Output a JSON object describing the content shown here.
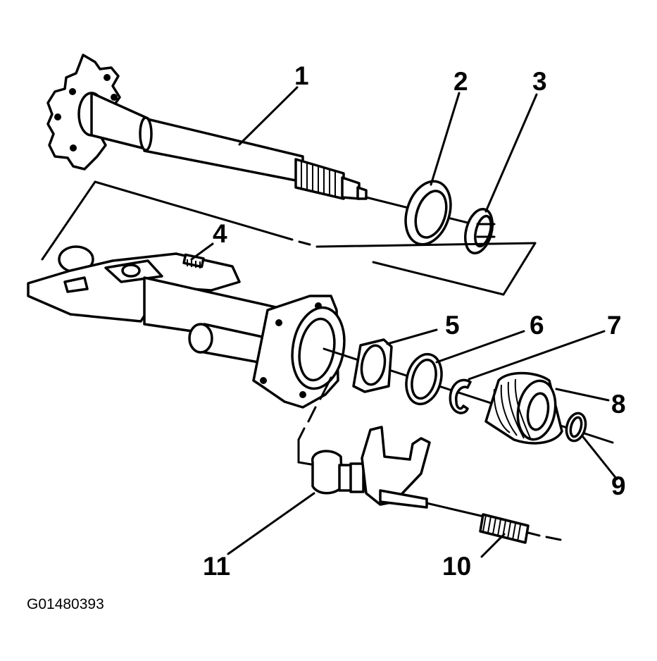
{
  "callouts": {
    "c1": "1",
    "c2": "2",
    "c3": "3",
    "c4": "4",
    "c5": "5",
    "c6": "6",
    "c7": "7",
    "c8": "8",
    "c9": "9",
    "c10": "10",
    "c11": "11"
  },
  "figure_id": "G01480393"
}
